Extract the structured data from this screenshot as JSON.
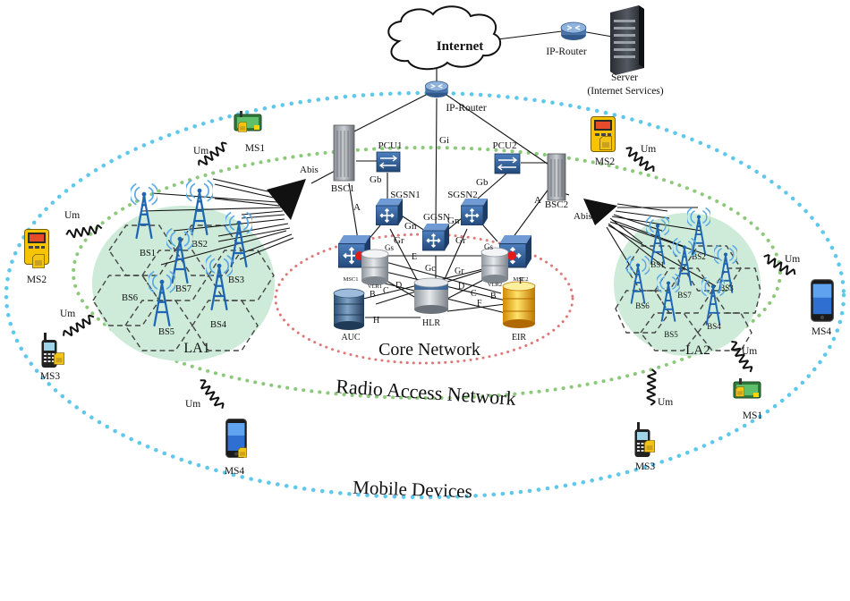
{
  "cloud": {
    "label": "Internet"
  },
  "routers": [
    {
      "key": "router-top",
      "label": "IP-Router"
    },
    {
      "key": "router-mid",
      "label": "IP-Router"
    }
  ],
  "server": {
    "label_line1": "Server",
    "label_line2": "(Internet Services)"
  },
  "links": {
    "gi": "Gi",
    "gb": "Gb",
    "abis": "Abis",
    "um": "Um",
    "a": "A",
    "gn": "Gn",
    "gr": "Gr",
    "gs": "Gs",
    "gc": "Gc",
    "b": "B",
    "c": "C",
    "d": "D",
    "e": "E",
    "f": "F",
    "h": "H"
  },
  "core_nodes": {
    "pcu1": "PCU1",
    "pcu2": "PCU2",
    "bsc1": "BSC1",
    "bsc2": "BSC2",
    "sgsn1": "SGSN1",
    "sgsn2": "SGSN2",
    "ggsn": "GGSN",
    "msc1": "MSC1",
    "msc2": "MSC2",
    "vlr1": "VLR1",
    "vlr2": "VLR2",
    "hlr": "HLR",
    "auc": "AUC",
    "eir": "EIR"
  },
  "regions": {
    "core": "Core Network",
    "ran": "Radio Access Network",
    "devices": "Mobile Devices",
    "la1": "LA1",
    "la2": "LA2"
  },
  "base_stations": [
    "BS1",
    "BS2",
    "BS3",
    "BS4",
    "BS5",
    "BS6",
    "BS7"
  ],
  "devices": {
    "ms1": "MS1",
    "ms2": "MS2",
    "ms3": "MS3",
    "ms4": "MS4"
  },
  "colors": {
    "outer_ring": "#5ec8ec",
    "ran_ring": "#8cc97a",
    "core_ring": "#e07777",
    "la_fill": "#cdebd8",
    "tower": "#1e66b4",
    "switch": "#2f5f9b"
  }
}
